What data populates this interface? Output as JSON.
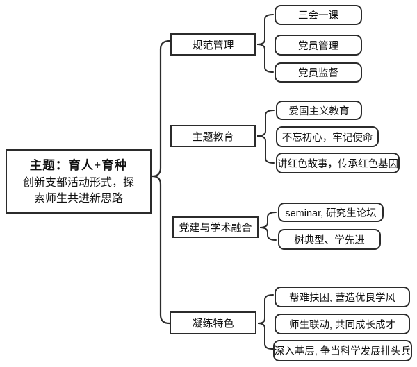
{
  "diagram": {
    "root": {
      "title": "主题：育人+育种",
      "subtitle": "创新支部活动形式，探索师生共进新思路"
    },
    "branches": [
      {
        "label": "规范管理",
        "children": [
          "三会一课",
          "党员管理",
          "党员监督"
        ]
      },
      {
        "label": "主题教育",
        "children": [
          "爱国主义教育",
          "不忘初心，牢记使命",
          "讲红色故事，传承红色基因"
        ]
      },
      {
        "label": "党建与学术融合",
        "children": [
          "seminar, 研究生论坛",
          "树典型、学先进"
        ]
      },
      {
        "label": "凝练特色",
        "children": [
          "帮难扶困, 营造优良学风",
          "师生联动, 共同成长成才",
          "深入基层, 争当科学发展排头兵"
        ]
      }
    ]
  },
  "colors": {
    "stroke": "#2b2b2b",
    "node_border": "#2b2b2b",
    "background": "#ffffff",
    "text": "#111111"
  }
}
